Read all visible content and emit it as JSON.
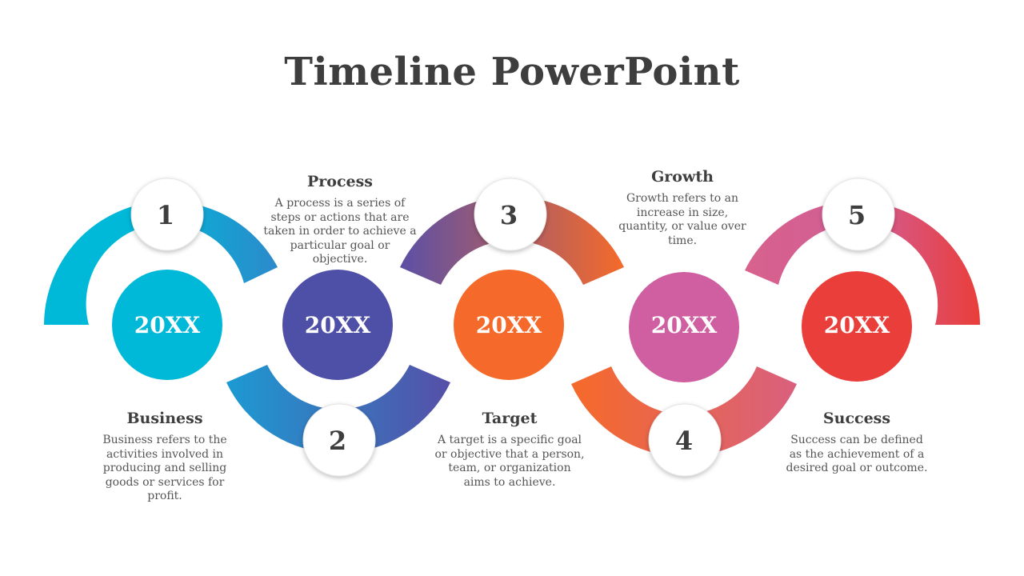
{
  "title": "Timeline PowerPoint",
  "steps": [
    {
      "number": "1",
      "year": "20XX",
      "heading": "Business",
      "text": "Business refers to the activities involved in producing and selling goods or services for profit.",
      "color": "#00B8D8"
    },
    {
      "number": "2",
      "year": "20XX",
      "heading": "Process",
      "text": "A process is a series of steps or actions that are taken in order to achieve a particular goal or objective.",
      "color": "#4E50A8"
    },
    {
      "number": "3",
      "year": "20XX",
      "heading": "Target",
      "text": "A target is a specific goal or objective that a person, team, or organization aims to achieve.",
      "color": "#F56A2A"
    },
    {
      "number": "4",
      "year": "20XX",
      "heading": "Growth",
      "text": "Growth refers to an increase in size, quantity, or value over time.",
      "color": "#CF5FA0"
    },
    {
      "number": "5",
      "year": "20XX",
      "heading": "Success",
      "text": "Success can be defined as the achievement of a desired goal or outcome.",
      "color": "#E93E3A"
    }
  ]
}
